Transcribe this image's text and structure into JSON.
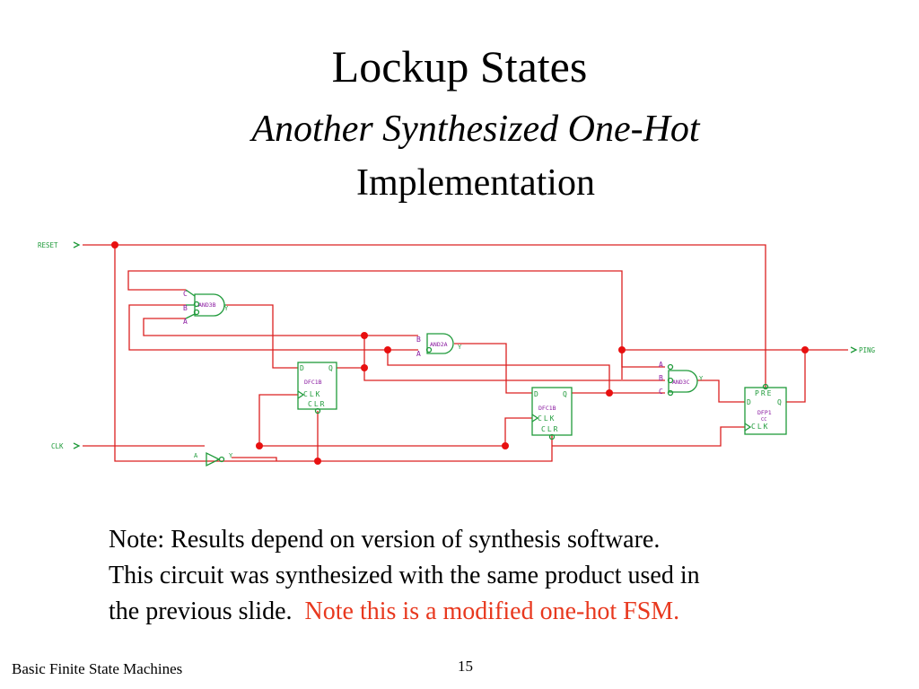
{
  "slide": {
    "title": "Lockup States",
    "subtitle_line1": "Another Synthesized One-Hot",
    "subtitle_line2": "Implementation",
    "footer_left": "Basic Finite State Machines",
    "page_number": "15"
  },
  "note": {
    "line1": "Note: Results depend on version of synthesis software.",
    "line2": "This circuit was synthesized with the same product used in",
    "line3_plain": "the previous slide.",
    "line3_red": "Note this is a modified one-hot FSM."
  },
  "schematic": {
    "ports": {
      "reset": "RESET",
      "clk": "CLK",
      "ping": "PING"
    },
    "gates": {
      "and3b": {
        "name": "AND3B",
        "in_c": "C",
        "in_b": "B",
        "in_a": "A",
        "out": "Y"
      },
      "and2a": {
        "name": "AND2A",
        "in_b": "B",
        "in_a": "A",
        "out": "Y"
      },
      "and3c": {
        "name": "AND3C",
        "in_a": "A",
        "in_b": "B",
        "in_c": "C",
        "out": "Y"
      },
      "inv": {
        "in": "A",
        "out": "Y"
      }
    },
    "flops": {
      "ff1": {
        "name": "DFC1B",
        "d": "D",
        "q": "Q",
        "clk": "CLK",
        "clr": "CLR"
      },
      "ff2": {
        "name": "DFC1B",
        "d": "D",
        "q": "Q",
        "clk": "CLK",
        "clr": "CLR"
      },
      "ff3": {
        "name": "DFP1",
        "sub": "CC",
        "pre": "PRE",
        "d": "D",
        "q": "Q",
        "clk": "CLK"
      }
    },
    "colors": {
      "wire": "#dc2020",
      "component": "#1f9a3a",
      "junction": "#e81010",
      "label": "#8a1aa0"
    }
  }
}
